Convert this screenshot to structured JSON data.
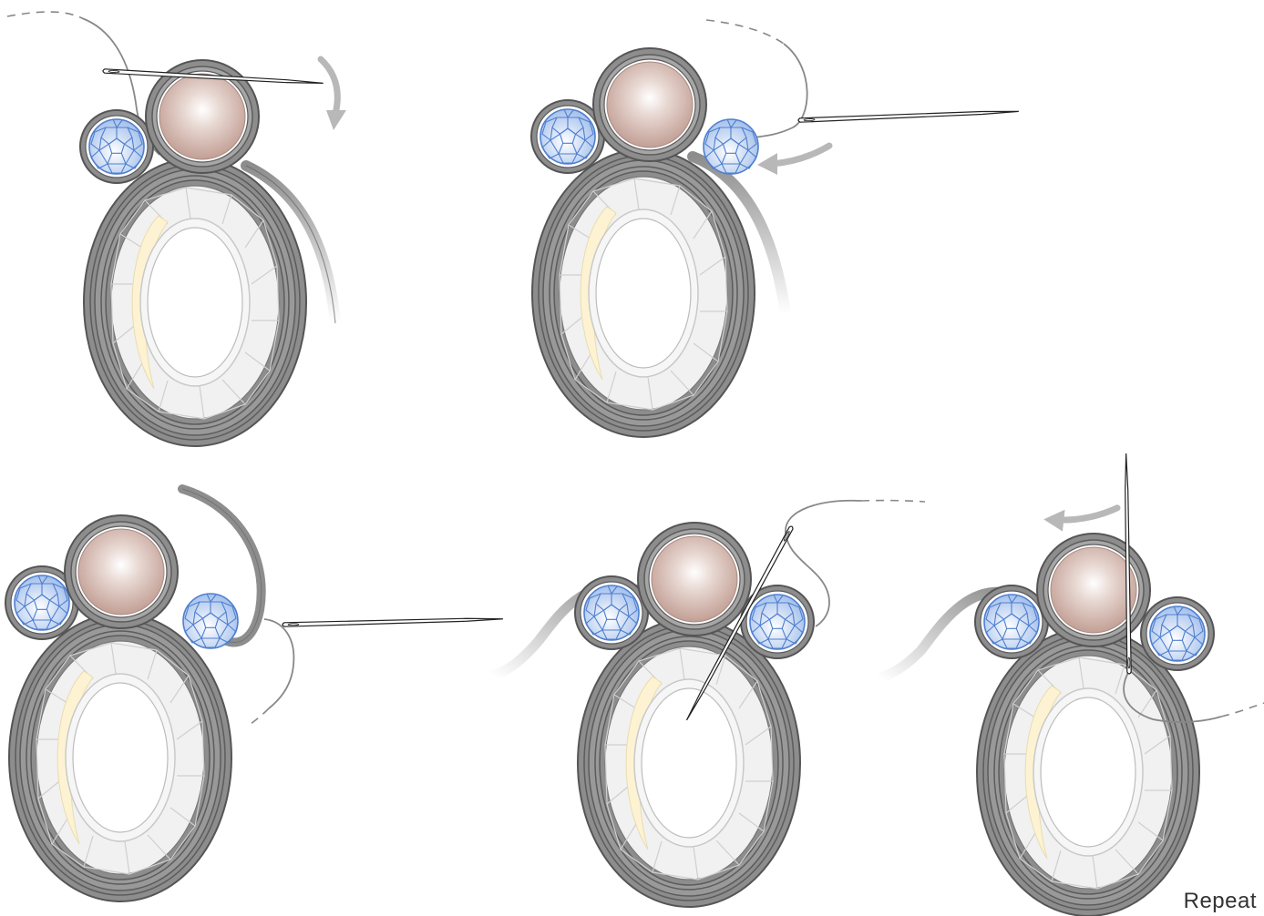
{
  "caption": "Repeat",
  "colors": {
    "cord": "#8d8d8d",
    "cord_edge": "#5c5c5c",
    "cord_light": "#a9a9a9",
    "pearl": "#c9aaa0",
    "crystal": "#a9c3ec",
    "crystal_line": "#4f7fcf",
    "oval_glass": "#f1f1f1",
    "oval_glow": "#fdf3d2",
    "arrow": "#b8b8b8",
    "thread": "#888888",
    "needle": "#222222"
  },
  "icons": [
    "pearl-bead",
    "faceted-crystal-bead",
    "oval-crystal-stone",
    "needle",
    "direction-arrow"
  ],
  "steps": [
    {
      "id": "step-1",
      "beads": [
        "left-crystal",
        "pearl"
      ],
      "arrow": "down-curve"
    },
    {
      "id": "step-2",
      "beads": [
        "left-crystal",
        "pearl",
        "right-crystal"
      ],
      "arrow": "left-curve"
    },
    {
      "id": "step-3",
      "beads": [
        "left-crystal",
        "pearl",
        "right-crystal"
      ],
      "arrow": "none"
    },
    {
      "id": "step-4",
      "beads": [
        "left-crystal",
        "pearl",
        "right-crystal"
      ],
      "arrow": "none"
    },
    {
      "id": "step-5",
      "beads": [
        "left-crystal",
        "pearl",
        "right-crystal"
      ],
      "arrow": "left-curve"
    }
  ]
}
